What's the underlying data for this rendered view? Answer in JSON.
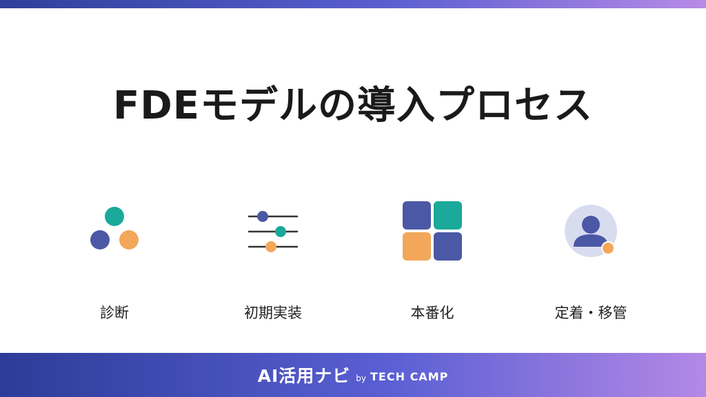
{
  "colors": {
    "navy": "#4b58a6",
    "teal": "#1aa99a",
    "orange": "#f2a75a",
    "avatar_bg": "#d8dcef",
    "gradient_start": "#2c3c98",
    "gradient_end": "#b488e6"
  },
  "title": "FDEモデルの導入プロセス",
  "steps": [
    {
      "label": "診断",
      "icon": "three-circles-icon"
    },
    {
      "label": "初期実装",
      "icon": "sliders-icon"
    },
    {
      "label": "本番化",
      "icon": "four-squares-icon"
    },
    {
      "label": "定着・移管",
      "icon": "user-avatar-icon"
    }
  ],
  "footer": {
    "brand": "AI活用ナビ",
    "by": "by",
    "org": "TECH CAMP"
  }
}
